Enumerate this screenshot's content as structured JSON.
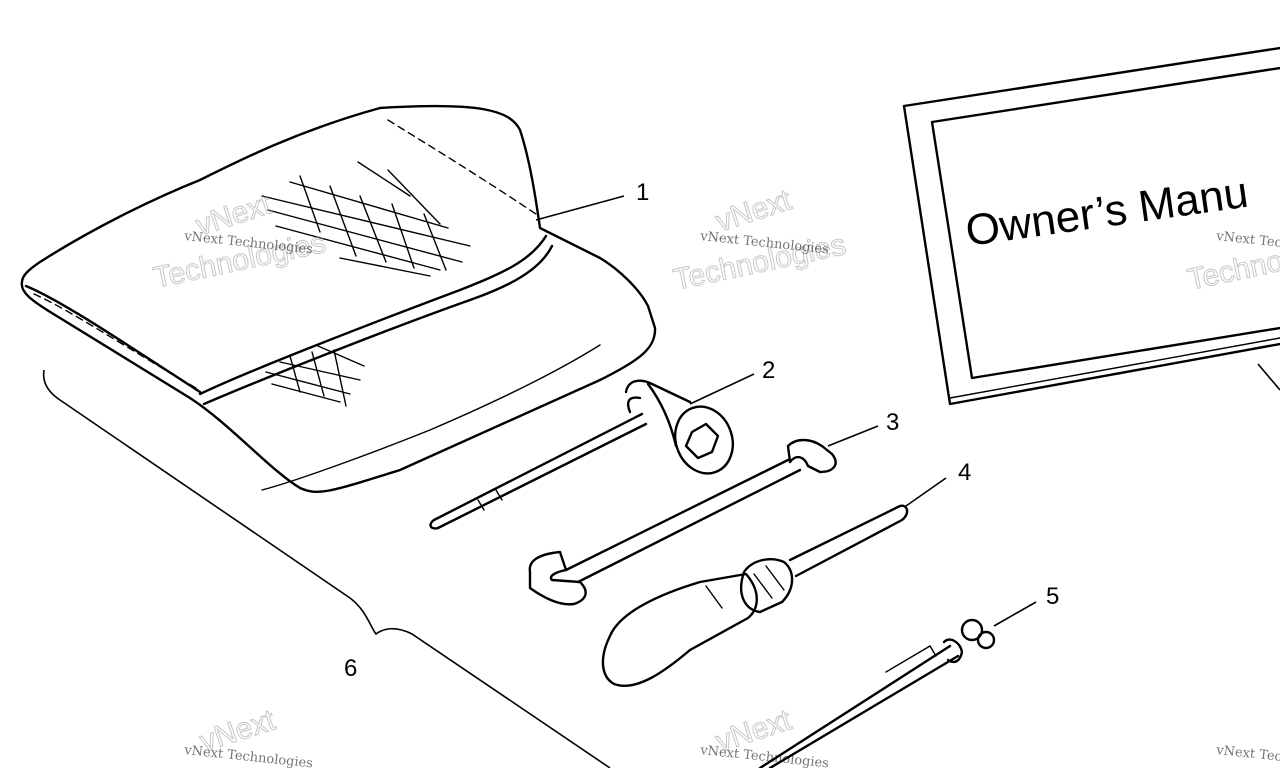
{
  "manual": {
    "title": "Owner’s Manu"
  },
  "callouts": [
    "1",
    "2",
    "3",
    "4",
    "5",
    "6"
  ],
  "watermark": {
    "line1": "vNext Technologies",
    "brand": "vNext",
    "word": "Technologies"
  }
}
